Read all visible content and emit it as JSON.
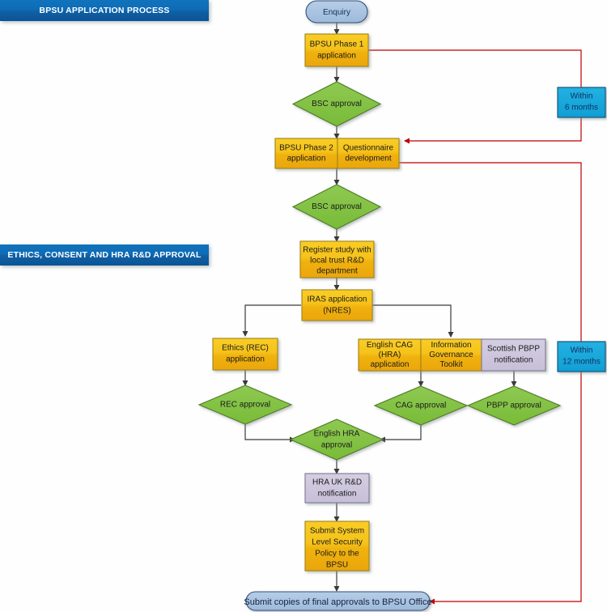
{
  "banners": [
    {
      "id": "bpsu-application-process",
      "label": "BPSU APPLICATION PROCESS"
    },
    {
      "id": "ethics-consent-hra",
      "label": "ETHICS, CONSENT AND HRA R&D APPROVAL"
    }
  ],
  "colors": {
    "banner_blue_top": "#1273bd",
    "banner_blue_bottom": "#0a5496",
    "terminal_blue_fill": "#a9c4e0",
    "terminal_blue_border": "#31507c",
    "process_orange_top": "#f7c61c",
    "process_orange_bottom": "#eca90c",
    "process_orange_border": "#a08318",
    "decision_green_fill": "#82c341",
    "decision_green_border": "#4f7a22",
    "lavender_fill": "#cdc7dd",
    "lavender_border": "#7e7893",
    "timebox_cyan_fill": "#1ba8dc",
    "timebox_cyan_border": "#12567a",
    "edge_black": "#3a3a3a",
    "edge_red": "#c00000",
    "page_background": "#fdfefd"
  },
  "nodes": {
    "enquiry": {
      "label": "Enquiry",
      "shape": "terminal",
      "color": "terminal-blue"
    },
    "bpsu_phase_1": {
      "label": "BPSU Phase 1\napplication",
      "shape": "process",
      "color": "orange"
    },
    "bsc_approval_1": {
      "label": "BSC approval",
      "shape": "decision",
      "color": "green"
    },
    "bpsu_phase_2": {
      "label": "BPSU Phase 2\napplication",
      "shape": "process",
      "color": "orange"
    },
    "questionnaire_dev": {
      "label": "Questionnaire\ndevelopment",
      "shape": "process",
      "color": "orange"
    },
    "bsc_approval_2": {
      "label": "BSC approval",
      "shape": "decision",
      "color": "green"
    },
    "register_study": {
      "label": "Register study with\nlocal trust R&D\ndepartment",
      "shape": "process",
      "color": "orange"
    },
    "iras_application": {
      "label": "IRAS application\n(NRES)",
      "shape": "process",
      "color": "orange"
    },
    "ethics_rec": {
      "label": "Ethics (REC)\napplication",
      "shape": "process",
      "color": "orange"
    },
    "english_cag": {
      "label": "English CAG\n(HRA)\napplication",
      "shape": "process",
      "color": "orange"
    },
    "info_gov_toolkit": {
      "label": "Information\nGovernance\nToolkit",
      "shape": "process",
      "color": "orange"
    },
    "scottish_pbpp": {
      "label": "Scottish PBPP\nnotification",
      "shape": "process",
      "color": "lavender"
    },
    "rec_approval": {
      "label": "REC approval",
      "shape": "decision",
      "color": "green"
    },
    "cag_approval": {
      "label": "CAG approval",
      "shape": "decision",
      "color": "green"
    },
    "pbpp_approval": {
      "label": "PBPP approval",
      "shape": "decision",
      "color": "green"
    },
    "english_hra": {
      "label": "English HRA\napproval",
      "shape": "decision",
      "color": "green"
    },
    "hra_uk_rd": {
      "label": "HRA UK R&D\nnotification",
      "shape": "process",
      "color": "lavender"
    },
    "submit_slsp": {
      "label": "Submit System\nLevel Security\nPolicy to the\nBPSU",
      "shape": "process",
      "color": "orange"
    },
    "submit_copies": {
      "label": "Submit copies of final approvals to BPSU Office",
      "shape": "terminal",
      "color": "terminal-blue"
    },
    "within_6_months": {
      "label": "Within\n6 months",
      "shape": "timebox",
      "color": "cyan"
    },
    "within_12_months": {
      "label": "Within\n12 months",
      "shape": "timebox",
      "color": "cyan"
    }
  },
  "node_text": {
    "enquiry": "Enquiry",
    "bpsu_phase_1_l1": "BPSU Phase 1",
    "bpsu_phase_1_l2": "application",
    "bsc_approval_1": "BSC approval",
    "bpsu_phase_2_l1": "BPSU Phase 2",
    "bpsu_phase_2_l2": "application",
    "questionnaire_l1": "Questionnaire",
    "questionnaire_l2": "development",
    "bsc_approval_2": "BSC approval",
    "register_l1": "Register study with",
    "register_l2": "local trust R&D",
    "register_l3": "department",
    "iras_l1": "IRAS application",
    "iras_l2": "(NRES)",
    "ethics_l1": "Ethics (REC)",
    "ethics_l2": "application",
    "cag_l1": "English CAG",
    "cag_l2": "(HRA)",
    "cag_l3": "application",
    "igt_l1": "Information",
    "igt_l2": "Governance",
    "igt_l3": "Toolkit",
    "pbpp_l1": "Scottish PBPP",
    "pbpp_l2": "notification",
    "rec_approval": "REC approval",
    "cag_approval": "CAG approval",
    "pbpp_approval": "PBPP approval",
    "hra_l1": "English HRA",
    "hra_l2": "approval",
    "hrauk_l1": "HRA UK R&D",
    "hrauk_l2": "notification",
    "slsp_l1": "Submit System",
    "slsp_l2": "Level Security",
    "slsp_l3": "Policy to the",
    "slsp_l4": "BPSU",
    "submit_copies": "Submit copies of final approvals to BPSU Office",
    "within6_l1": "Within",
    "within6_l2": "6 months",
    "within12_l1": "Within",
    "within12_l2": "12 months"
  },
  "edges": [
    {
      "from": "enquiry",
      "to": "bpsu_phase_1",
      "color": "black"
    },
    {
      "from": "bpsu_phase_1",
      "to": "bsc_approval_1",
      "color": "black"
    },
    {
      "from": "bsc_approval_1",
      "to": "bpsu_phase_2",
      "color": "black"
    },
    {
      "from": "bpsu_phase_2",
      "to": "bsc_approval_2",
      "color": "black"
    },
    {
      "from": "bsc_approval_2",
      "to": "register_study",
      "color": "black"
    },
    {
      "from": "register_study",
      "to": "iras_application",
      "color": "black"
    },
    {
      "from": "iras_application",
      "to": "ethics_rec",
      "color": "black"
    },
    {
      "from": "iras_application",
      "to": "info_gov_toolkit",
      "color": "black"
    },
    {
      "from": "ethics_rec",
      "to": "rec_approval",
      "color": "black"
    },
    {
      "from": "english_cag",
      "to": "cag_approval",
      "color": "black"
    },
    {
      "from": "scottish_pbpp",
      "to": "pbpp_approval",
      "color": "black"
    },
    {
      "from": "rec_approval",
      "to": "english_hra",
      "color": "black"
    },
    {
      "from": "cag_approval",
      "to": "english_hra",
      "color": "black"
    },
    {
      "from": "english_hra",
      "to": "hra_uk_rd",
      "color": "black"
    },
    {
      "from": "hra_uk_rd",
      "to": "submit_slsp",
      "color": "black"
    },
    {
      "from": "submit_slsp",
      "to": "submit_copies",
      "color": "black"
    },
    {
      "from": "bpsu_phase_1",
      "to": "questionnaire_dev",
      "via": "within_6_months",
      "color": "red"
    },
    {
      "from": "questionnaire_dev",
      "to": "submit_copies",
      "via": "within_12_months",
      "color": "red"
    }
  ]
}
